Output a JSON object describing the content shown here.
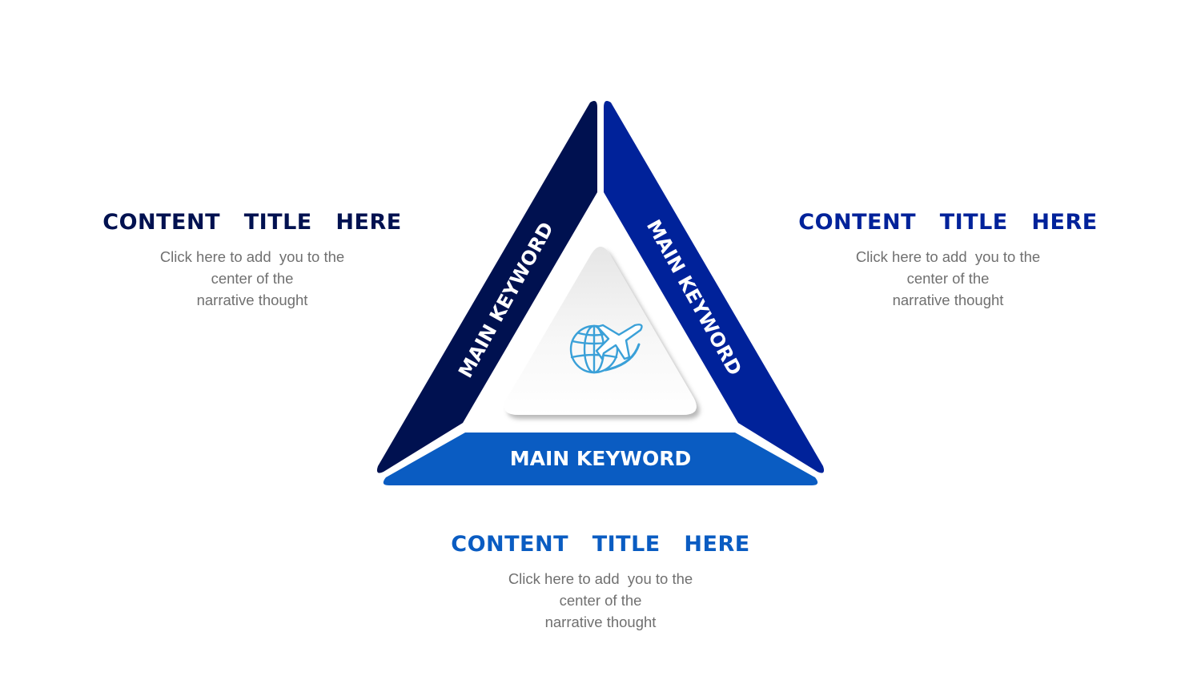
{
  "colors": {
    "navy": "#001150",
    "royal": "#00229a",
    "blue": "#0a5cc2",
    "icon": "#3aa0d8"
  },
  "diagram": {
    "left_keyword": "MAIN KEYWORD",
    "right_keyword": "MAIN KEYWORD",
    "bottom_keyword": "MAIN KEYWORD",
    "center_icon": "globe-airplane-icon"
  },
  "blocks": {
    "left": {
      "title": "CONTENT   TITLE   HERE",
      "desc_lines": [
        "Click here to add  you to the",
        "center of the",
        "narrative thought"
      ]
    },
    "right": {
      "title": "CONTENT   TITLE   HERE",
      "desc_lines": [
        "Click here to add  you to the",
        "center of the",
        "narrative thought"
      ]
    },
    "bottom": {
      "title": "CONTENT   TITLE   HERE",
      "desc_lines": [
        "Click here to add  you to the",
        "center of the",
        "narrative thought"
      ]
    }
  }
}
